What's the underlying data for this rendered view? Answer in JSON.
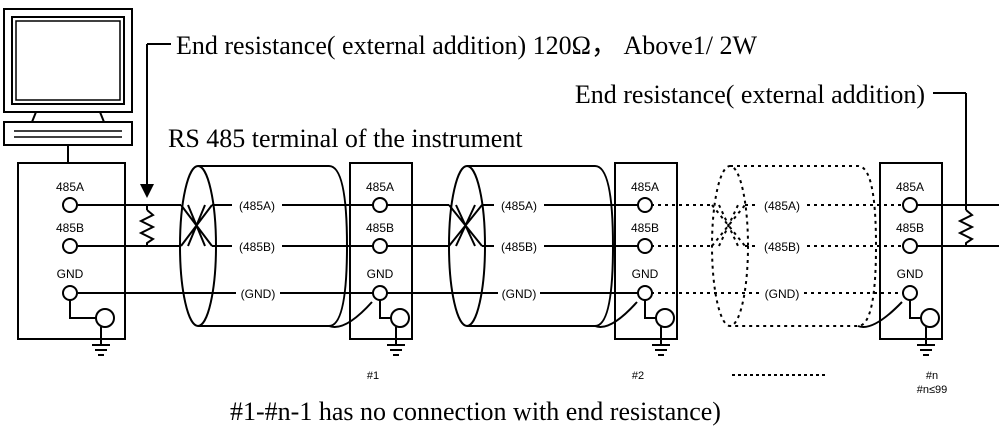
{
  "annotations": {
    "end_resistance_left": "End resistance( external addition) 120Ω， Above1/ 2W",
    "end_resistance_right": "End resistance( external addition)",
    "rs485_terminal": "RS 485 terminal of the instrument",
    "footnote": "#1-#n-1 has no connection with end resistance)"
  },
  "terminals": {
    "a": "485A",
    "b": "485B",
    "gnd": "GND"
  },
  "wires": {
    "a": "(485A)",
    "b": "(485B)",
    "gnd": "(GND)"
  },
  "instruments": {
    "first": "#1",
    "second": "#2",
    "last": "#n",
    "limit": "#n≤99",
    "ellipsis": "------------"
  }
}
